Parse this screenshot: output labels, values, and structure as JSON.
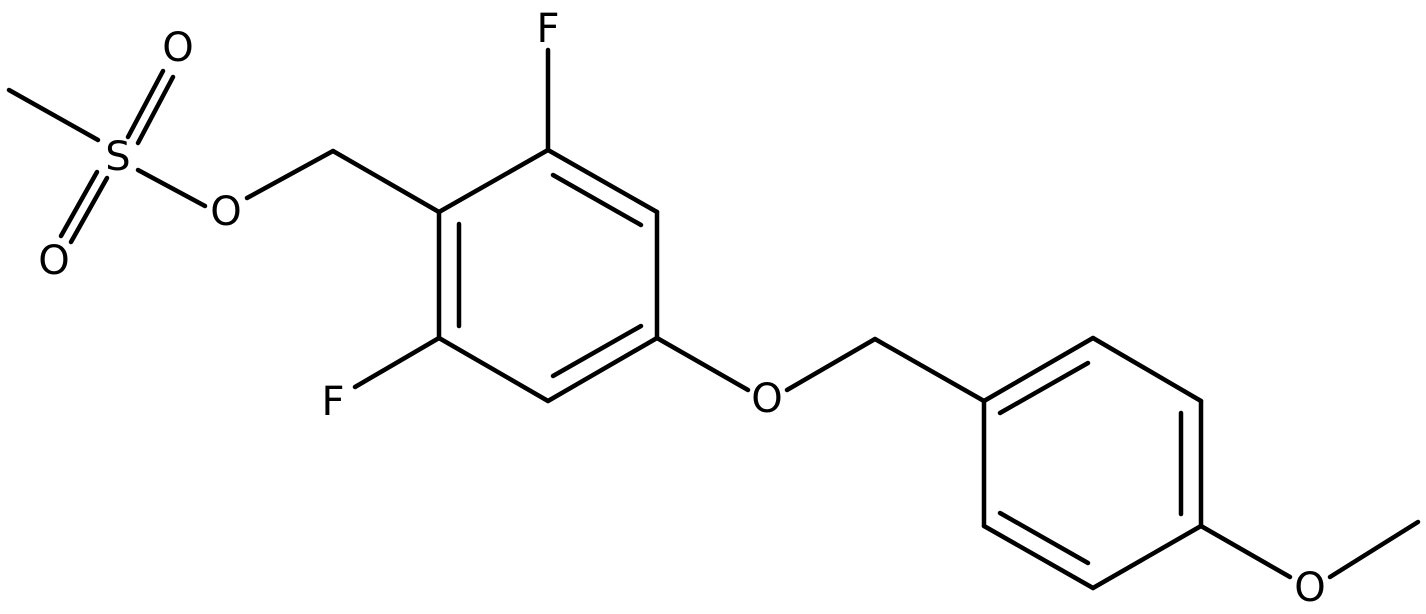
{
  "molecule": {
    "atoms": {
      "s1": "S",
      "o_sulfonyl_top": "O",
      "o_sulfonyl_bottom": "O",
      "o_ester": "O",
      "f_top": "F",
      "f_bottom": "F",
      "o_ether": "O",
      "o_methoxy": "O"
    }
  }
}
